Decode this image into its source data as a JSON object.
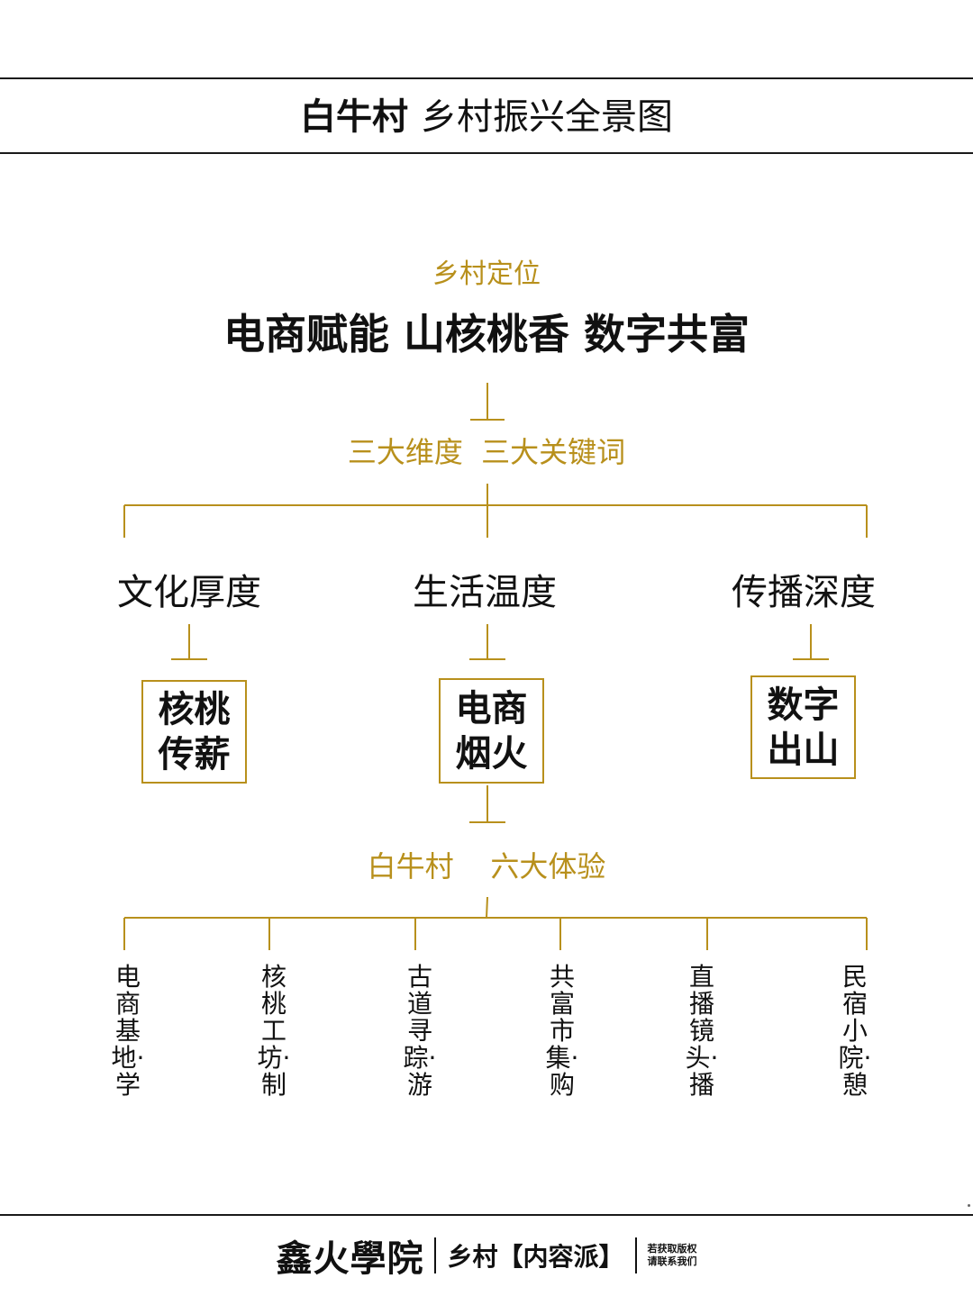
{
  "header": {
    "title_bold": "白牛村",
    "title_light": "乡村振兴全景图"
  },
  "root": {
    "label": "乡村定位",
    "slogan": "电商赋能 山核桃香 数字共富"
  },
  "dimensions_label": "三大维度  三大关键词",
  "dimensions": [
    {
      "name": "文化厚度",
      "keyword_lines": [
        "核桃",
        "传薪"
      ]
    },
    {
      "name": "生活温度",
      "keyword_lines": [
        "电商",
        "烟火"
      ]
    },
    {
      "name": "传播深度",
      "keyword_lines": [
        "数字",
        "出山"
      ]
    }
  ],
  "experiences_label": "白牛村    六大体验",
  "experiences": [
    "电\n商\n基\n地·\n学",
    "核\n桃\n工\n坊·\n制",
    "古\n道\n寻\n踪·\n游",
    "共\n富\n市\n集·\n购",
    "直\n播\n镜\n头·\n播",
    "民\n宿\n小\n院·\n憩"
  ],
  "footer": {
    "brand": "鑫火學院",
    "subtitle": "乡村【内容派】",
    "note_lines": [
      "若获取版权",
      "请联系我们"
    ]
  },
  "colors": {
    "accent_gold": "#b8901c",
    "text_dark": "#111111",
    "rule": "#1a1a1a"
  }
}
